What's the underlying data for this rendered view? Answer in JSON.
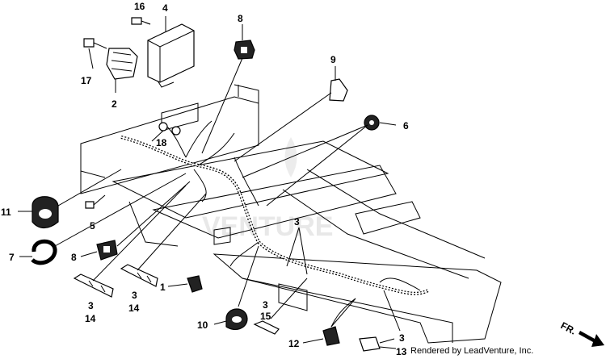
{
  "callouts": [
    "1",
    "2",
    "3",
    "4",
    "5",
    "6",
    "7",
    "8",
    "9",
    "10",
    "11",
    "12",
    "13",
    "14",
    "15",
    "16",
    "17",
    "18"
  ],
  "label_list": [
    {
      "id": "16",
      "text": "16"
    },
    {
      "id": "4",
      "text": "4"
    },
    {
      "id": "8a",
      "text": "8"
    },
    {
      "id": "17",
      "text": "17"
    },
    {
      "id": "2",
      "text": "2"
    },
    {
      "id": "9",
      "text": "9"
    },
    {
      "id": "6",
      "text": "6"
    },
    {
      "id": "18",
      "text": "18"
    },
    {
      "id": "11",
      "text": "11"
    },
    {
      "id": "5",
      "text": "5"
    },
    {
      "id": "3a",
      "text": "3"
    },
    {
      "id": "7",
      "text": "7"
    },
    {
      "id": "8b",
      "text": "8"
    },
    {
      "id": "1",
      "text": "1"
    },
    {
      "id": "3b",
      "text": "3"
    },
    {
      "id": "14a",
      "text": "14"
    },
    {
      "id": "3c",
      "text": "3"
    },
    {
      "id": "14b",
      "text": "14"
    },
    {
      "id": "10",
      "text": "10"
    },
    {
      "id": "3d",
      "text": "3"
    },
    {
      "id": "15",
      "text": "15"
    },
    {
      "id": "12",
      "text": "12"
    },
    {
      "id": "3e",
      "text": "3"
    },
    {
      "id": "13",
      "text": "13"
    }
  ],
  "direction_label": "FR.",
  "credit": "Rendered by LeadVenture, Inc."
}
